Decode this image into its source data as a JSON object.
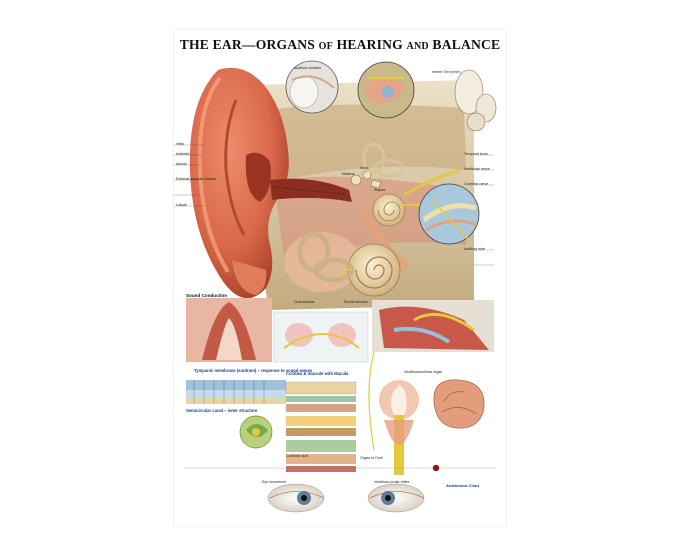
{
  "poster": {
    "title_main": "THE EAR—ORGANS",
    "title_of": "OF",
    "title_hearing": "HEARING",
    "title_and": "AND",
    "title_balance": "BALANCE",
    "label_inner_ear": "Innere Ohr (Inner)",
    "label_auditory_ossicles": "Auditory ossicles",
    "label_sound_conduction": "Sound Conduction",
    "label_tympanic": "Tympanic membrane (eardrum) – response to sound waves",
    "label_cochlea": "Cochlea & Saccule with Macula",
    "label_semicircular": "Semicircular canal – inner structure",
    "label_vestibulocochlear": "Vestibulocochlear organ",
    "label_cochlear_duct": "Cochlear duct",
    "label_organ_of_corti": "Organ of Corti",
    "label_oval_window": "Oval window",
    "label_round_window": "Round window",
    "label_malleus": "Malleus",
    "label_incus": "Incus",
    "label_stapes": "Stapes",
    "label_auricle": "Auricle",
    "label_helix": "Helix",
    "label_antihelix": "Antihelix",
    "label_lobule": "Lobule",
    "label_external_meatus": "External acoustic meatus",
    "label_auditory_tube": "Auditory tube",
    "label_temporal_bone": "Temporal bone",
    "label_vestibular_nerve": "Vestibular nerve",
    "label_cochlear_nerve": "Cochlear nerve",
    "label_eye_left": "Eye movement",
    "label_eye_right": "Vestibulo-ocular reflex",
    "publisher": "Anatomical Chart"
  },
  "colors": {
    "ear_skin": "#d9694a",
    "ear_shadow": "#a8402b",
    "bone": "#d9c9a3",
    "cochlea": "#e8d3a8",
    "nerve_yellow": "#e3c93b",
    "tissue_pink": "#e9a3a0",
    "fluid_blue": "#9fc1d9",
    "accent_red": "#8b1a1a"
  }
}
